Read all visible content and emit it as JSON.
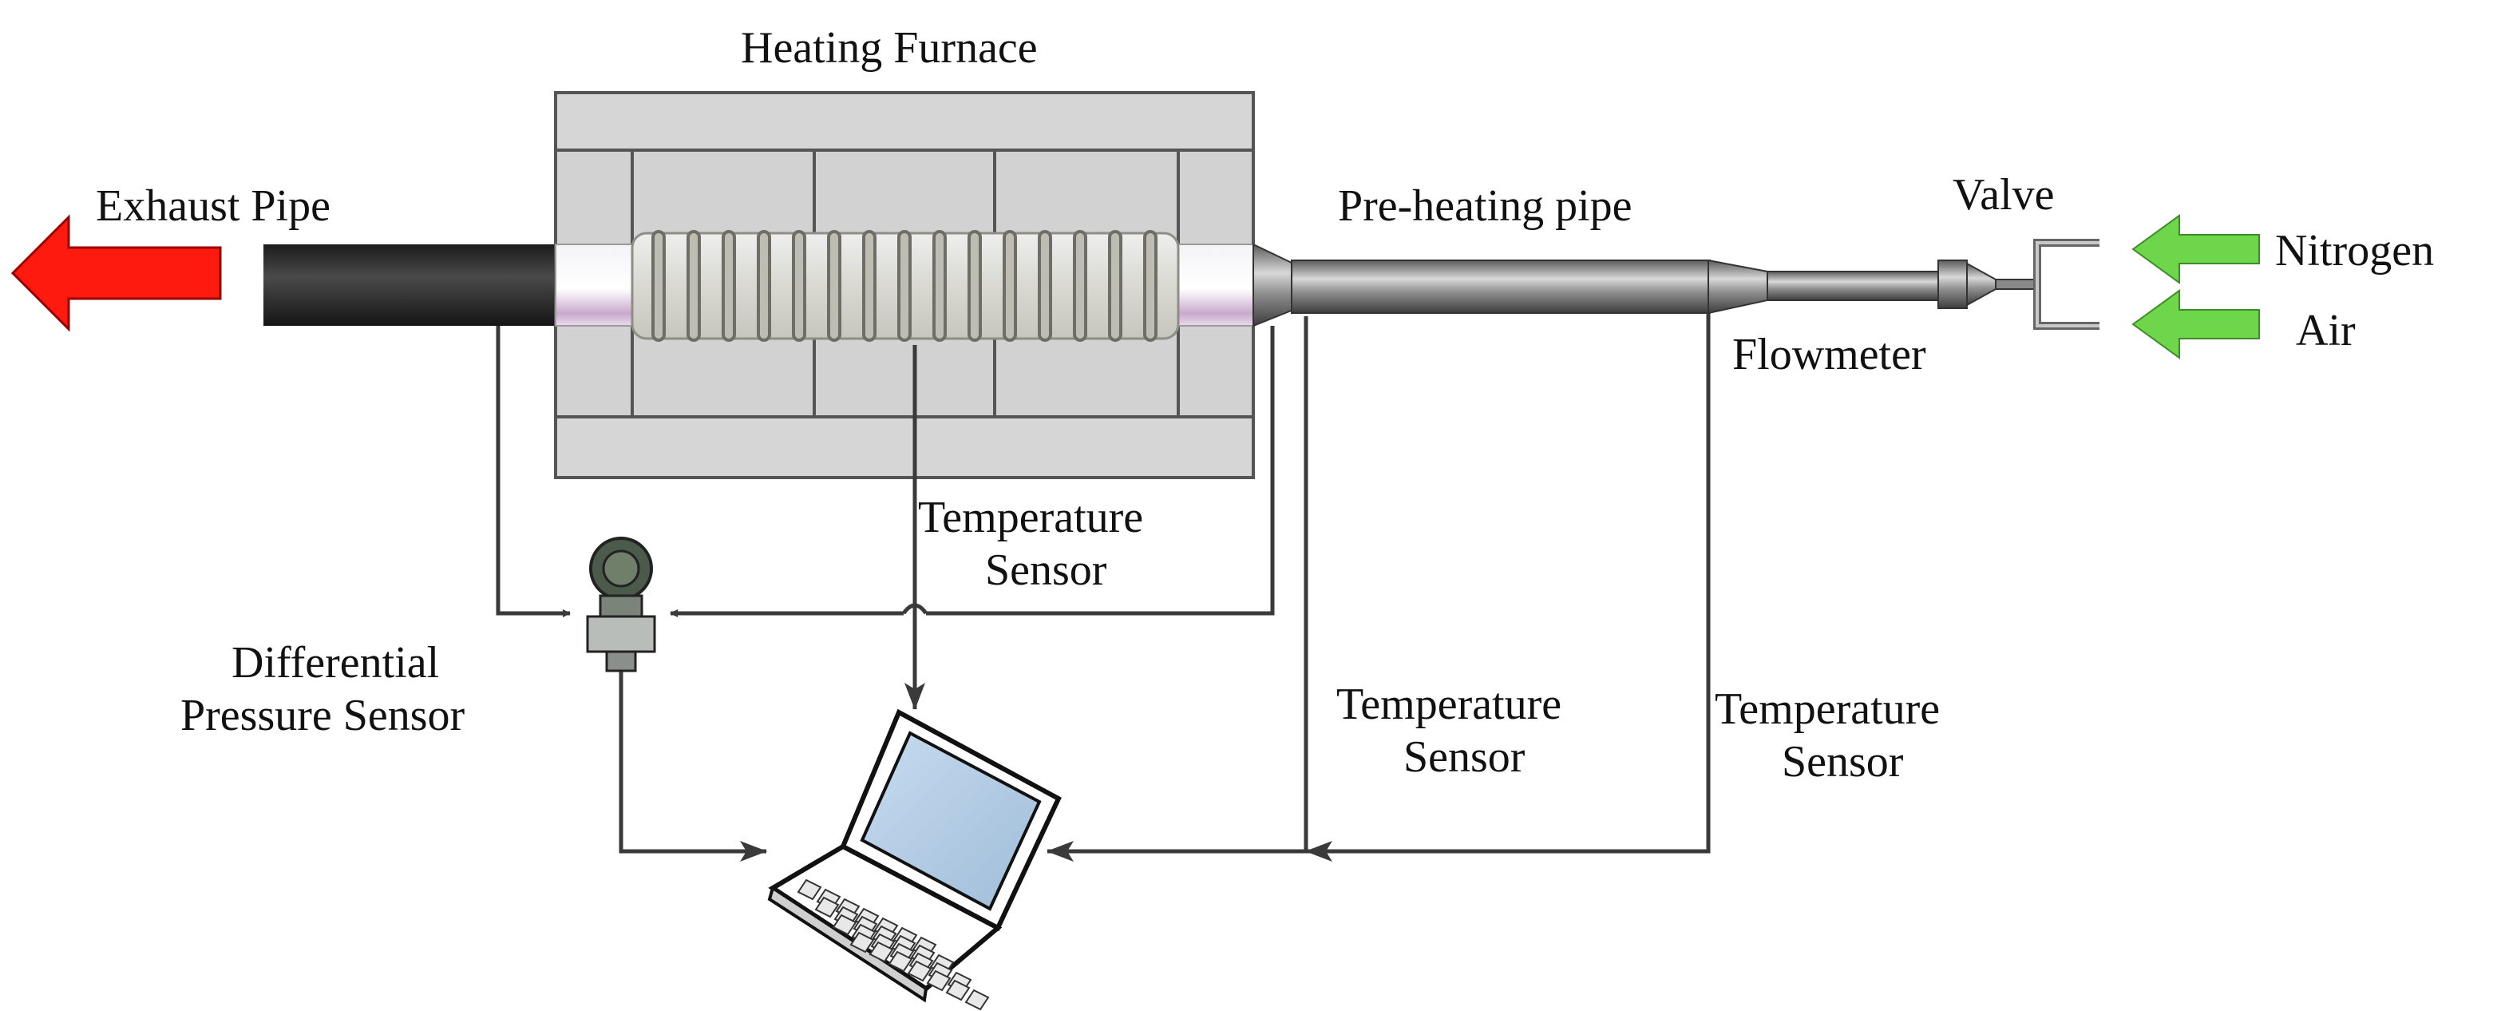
{
  "labels": {
    "heating_furnace": "Heating Furnace",
    "exhaust_pipe": "Exhaust Pipe",
    "preheating_pipe": "Pre-heating pipe",
    "valve": "Valve",
    "nitrogen": "Nitrogen",
    "air": "Air",
    "flowmeter": "Flowmeter",
    "temp_sensor_furnace": [
      "Temperature",
      "Sensor"
    ],
    "temp_sensor_mid": [
      "Temperature",
      "Sensor"
    ],
    "temp_sensor_right": [
      "Temperature",
      "Sensor"
    ],
    "dp_sensor": [
      "Differential",
      "Pressure Sensor"
    ]
  },
  "colors": {
    "exhaust_arrow": "#ff1a10",
    "inlet_arrows": "#6ed64a",
    "furnace": "#d6d6d6",
    "pipe_dark": "#2e2e2e",
    "wire": "#3a3a3a"
  },
  "icons": {
    "furnace": "heating-furnace-icon",
    "coil": "heating-coil-icon",
    "pipe": "pre-heating-pipe-icon",
    "valve": "valve-icon",
    "sensor": "differential-pressure-sensor-icon",
    "laptop": "laptop-icon"
  }
}
